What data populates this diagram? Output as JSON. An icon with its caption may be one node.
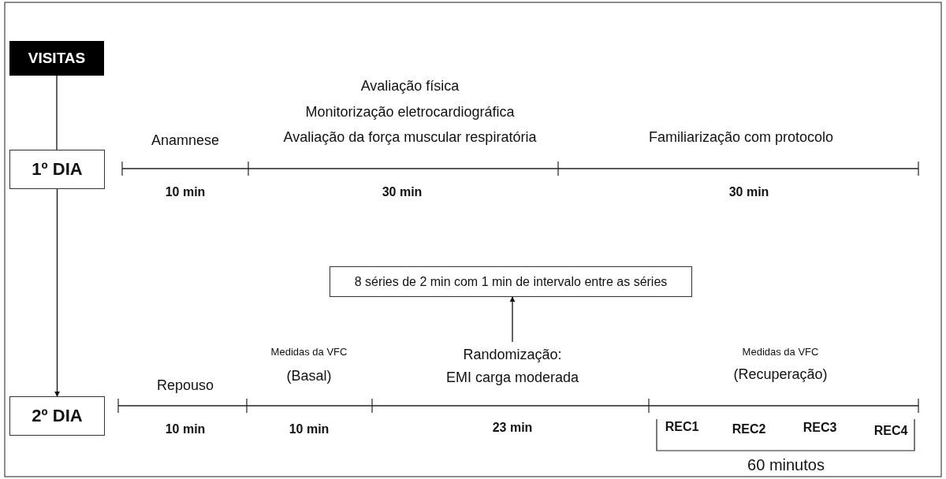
{
  "diagram": {
    "nodes": [
      {
        "text": [
          "VISITAS"
        ]
      },
      {
        "text": [
          "1º DIA"
        ]
      },
      {
        "text": [
          "2º DIA"
        ]
      },
      {
        "text": [
          "8 séries de 2 min com 1 min de intervalo entre as séries"
        ]
      },
      {
        "text": [
          "Randomização: EMI carga moderada"
        ]
      }
    ],
    "edges": [
      {
        "from": 0,
        "to": 1,
        "arrow": "none"
      },
      {
        "from": 1,
        "to": 2,
        "arrow": "to"
      },
      {
        "from": 4,
        "to": 3,
        "arrow": "to"
      }
    ],
    "labels": [
      "Avaliação física",
      "Monitorização eletrocardiográfica",
      "Anamnese",
      "Avaliação da força muscular respiratória",
      "Familiarização com protocolo",
      "10 min",
      "30 min",
      "30 min",
      "Medidas da VFC",
      "Medidas da VFC",
      "Repouso",
      "(Basal)",
      "(Recuperação)",
      "10 min",
      "10 min",
      "23 min",
      "REC1",
      "REC2",
      "REC3",
      "REC4",
      "60 minutos"
    ]
  }
}
